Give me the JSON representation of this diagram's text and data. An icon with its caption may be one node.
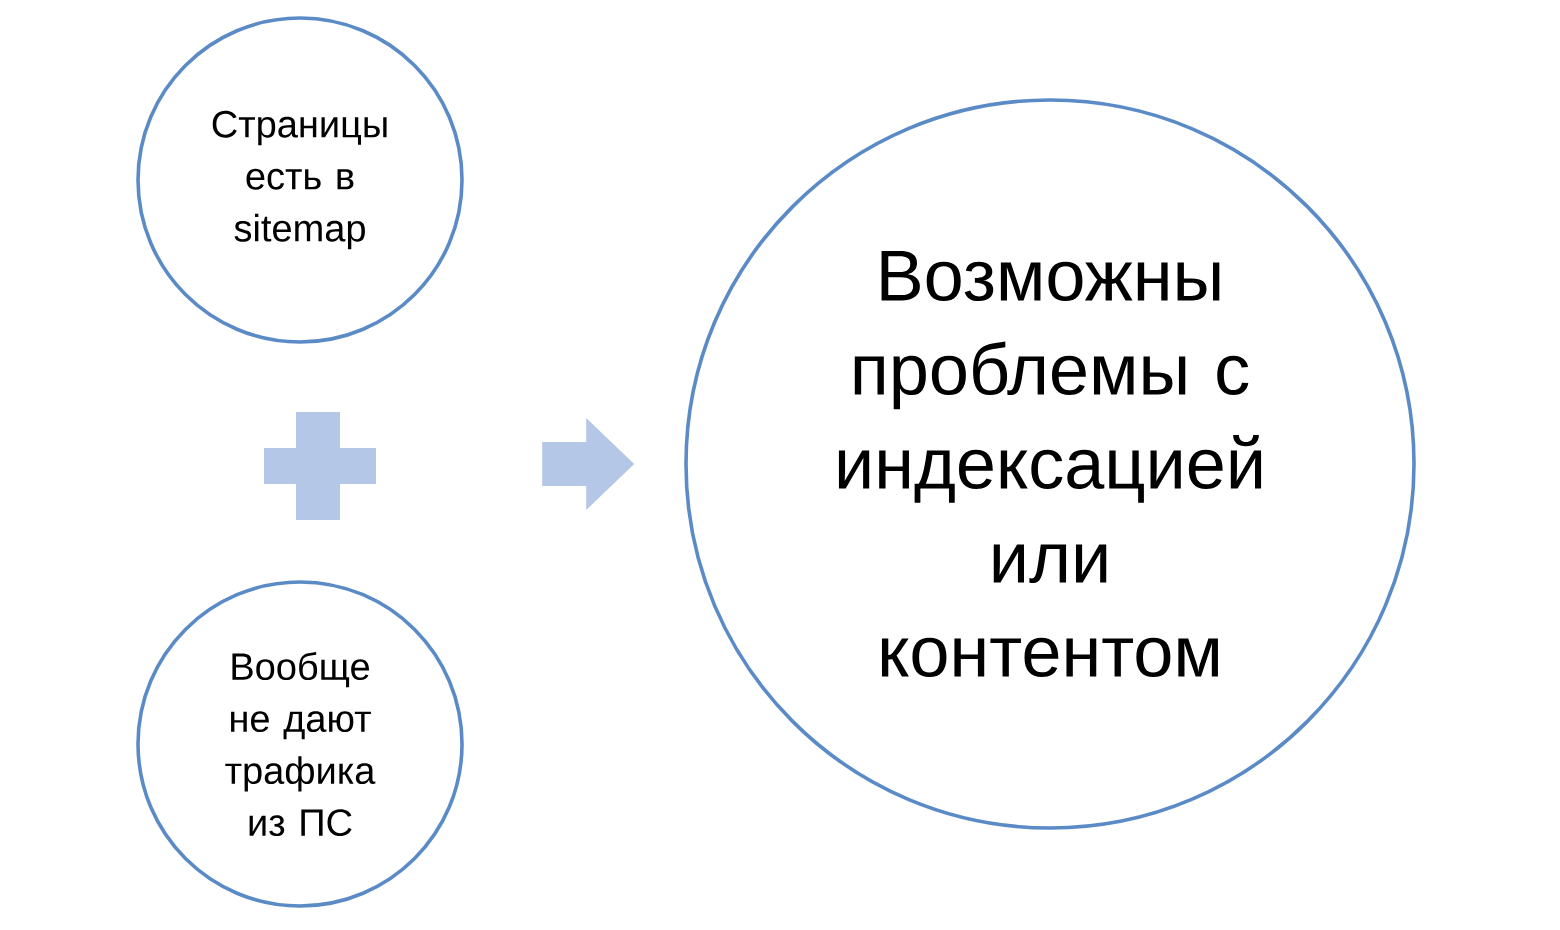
{
  "diagram": {
    "nodes": [
      {
        "text": [
          "Страницы есть в sitemap"
        ]
      },
      {
        "text": [
          "Вообще не дают трафика из ПС"
        ]
      },
      {
        "text": [
          "Возможны проблемы с индексацией или контентом"
        ]
      }
    ],
    "edges": [
      {
        "from": null,
        "to": 2,
        "arrow": "to"
      }
    ]
  }
}
